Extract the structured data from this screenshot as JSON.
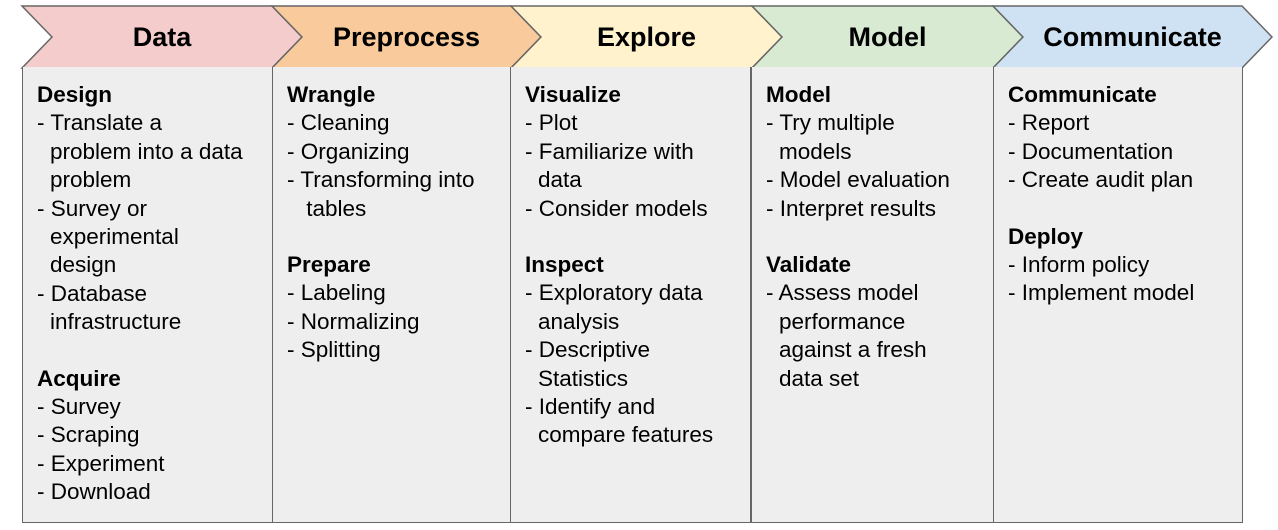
{
  "stages": [
    {
      "id": "data",
      "title": "Data",
      "color": "#f4cccc",
      "sections": [
        {
          "title": "Design",
          "items": [
            [
              "Translate a",
              "problem into a data",
              "problem"
            ],
            [
              "Survey or",
              "experimental",
              "design"
            ],
            [
              "Database",
              "infrastructure"
            ]
          ]
        },
        {
          "title": "Acquire",
          "items": [
            [
              "Survey"
            ],
            [
              "Scraping"
            ],
            [
              "Experiment"
            ],
            [
              "Download"
            ]
          ]
        }
      ]
    },
    {
      "id": "preprocess",
      "title": "Preprocess",
      "color": "#f9cb9c",
      "sections": [
        {
          "title": "Wrangle",
          "items": [
            [
              "Cleaning"
            ],
            [
              "Organizing"
            ],
            [
              "Transforming into",
              " tables"
            ]
          ]
        },
        {
          "title": "Prepare",
          "items": [
            [
              "Labeling"
            ],
            [
              "Normalizing"
            ],
            [
              "Splitting"
            ]
          ]
        }
      ]
    },
    {
      "id": "explore",
      "title": "Explore",
      "color": "#fff2cc",
      "sections": [
        {
          "title": "Visualize",
          "items": [
            [
              "Plot"
            ],
            [
              "Familiarize with",
              "data"
            ],
            [
              "Consider models"
            ]
          ]
        },
        {
          "title": "Inspect",
          "items": [
            [
              "Exploratory data",
              "analysis"
            ],
            [
              "Descriptive",
              "Statistics"
            ],
            [
              "Identify and",
              "compare features"
            ]
          ]
        }
      ]
    },
    {
      "id": "model",
      "title": "Model",
      "color": "#d9ead3",
      "sections": [
        {
          "title": "Model",
          "items": [
            [
              "Try multiple",
              "models"
            ],
            [
              "Model evaluation"
            ],
            [
              "Interpret results"
            ]
          ]
        },
        {
          "title": "Validate",
          "items": [
            [
              "Assess model",
              "performance",
              "against a fresh",
              "data set"
            ]
          ]
        }
      ]
    },
    {
      "id": "communicate",
      "title": "Communicate",
      "color": "#cfe2f3",
      "sections": [
        {
          "title": "Communicate",
          "items": [
            [
              "Report"
            ],
            [
              "Documentation"
            ],
            [
              "Create audit plan"
            ]
          ]
        },
        {
          "title": "Deploy",
          "items": [
            [
              "Inform policy"
            ],
            [
              "Implement model"
            ]
          ]
        }
      ]
    }
  ],
  "colors": {
    "outline": "#666666",
    "box_fill": "#eeeeee",
    "text": "#000000"
  }
}
